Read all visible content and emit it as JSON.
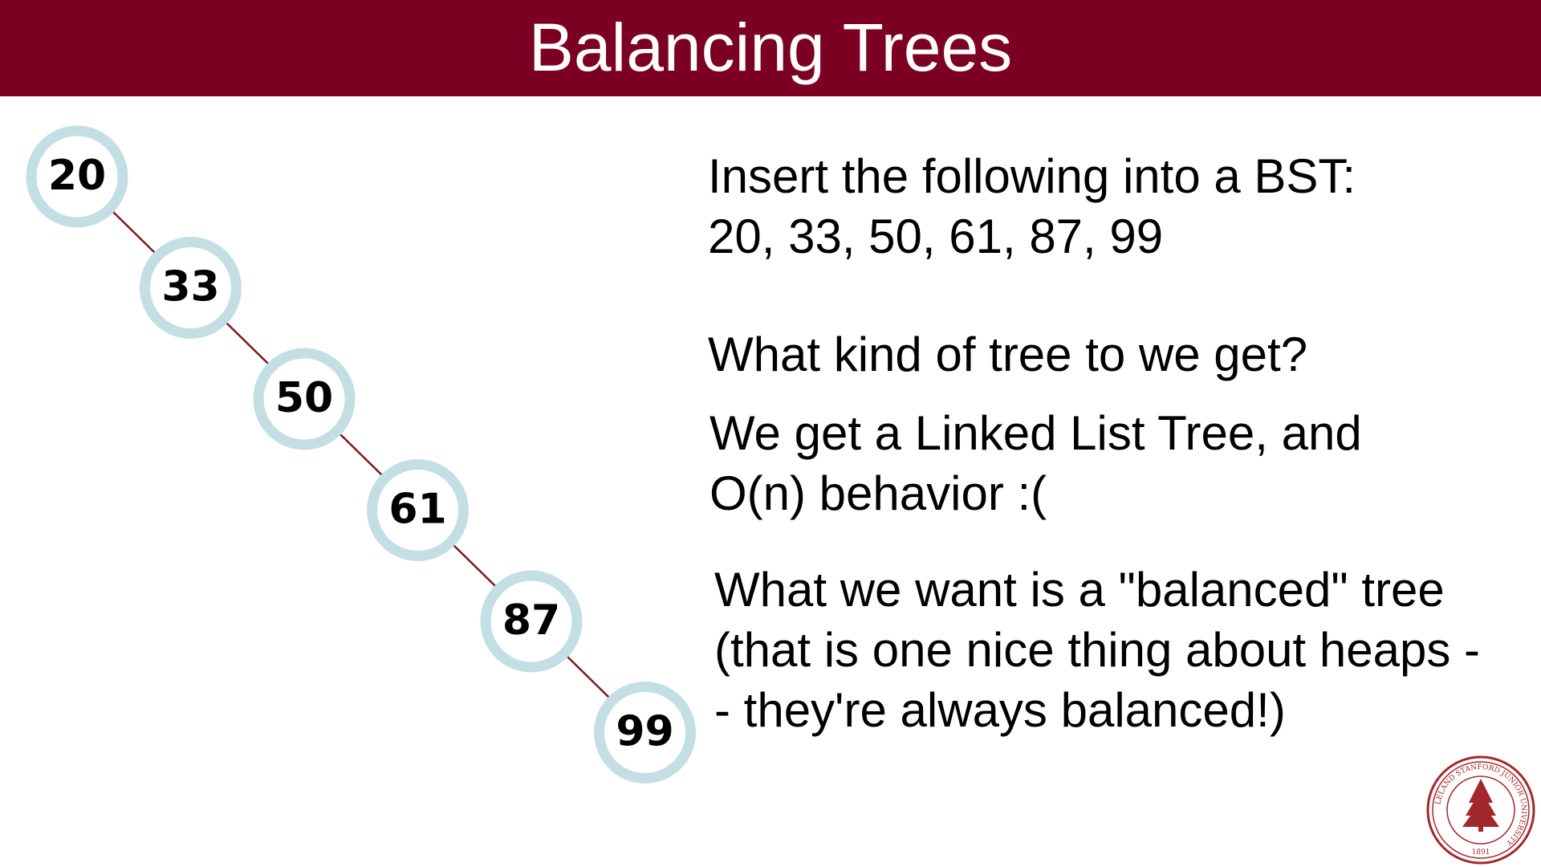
{
  "slide": {
    "title": "Balancing Trees"
  },
  "tree": {
    "nodes": [
      "20",
      "33",
      "50",
      "61",
      "87",
      "99"
    ],
    "edges": [
      [
        "20",
        "33"
      ],
      [
        "33",
        "50"
      ],
      [
        "50",
        "61"
      ],
      [
        "61",
        "87"
      ],
      [
        "87",
        "99"
      ]
    ],
    "colors": {
      "node_ring": "#c3dfe4",
      "node_fill": "#ffffff",
      "edge": "#7b1a1a"
    }
  },
  "text": {
    "prompt_line1": "Insert the following into a BST:",
    "prompt_line2": "20, 33, 50, 61, 87, 99",
    "question": "What kind of tree to we get?",
    "answer_line1": "We get a Linked List Tree, and",
    "answer_line2": "O(n) behavior :(",
    "want_line1": "What we want is a \"balanced\" tree",
    "want_line2": "(that is one nice thing about heaps -",
    "want_line3": "- they're always balanced!)"
  },
  "logo": {
    "name": "stanford-seal-icon",
    "ring_text": "LELAND STANFORD JUNIOR UNIVERSITY",
    "year": "1891"
  },
  "colors": {
    "title_bar": "#7b0021",
    "title_text": "#ffffff",
    "seal": "#a3282d"
  }
}
